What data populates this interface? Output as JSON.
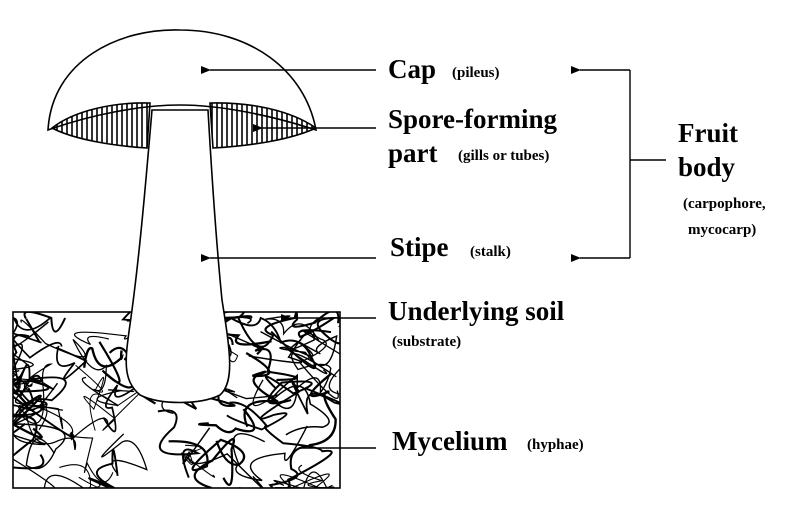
{
  "labels": {
    "cap": {
      "main": "Cap",
      "sub": "(pileus)"
    },
    "spore": {
      "line1": "Spore-forming",
      "line2": "part",
      "sub": "(gills or tubes)"
    },
    "stipe": {
      "main": "Stipe",
      "sub": "(stalk)"
    },
    "soil": {
      "main": "Underlying soil",
      "sub": "(substrate)"
    },
    "mycelium": {
      "main": "Mycelium",
      "sub": "(hyphae)"
    },
    "fruit": {
      "line1": "Fruit",
      "line2": "body",
      "sub1": "(carpophore,",
      "sub2": "mycocarp)"
    }
  }
}
